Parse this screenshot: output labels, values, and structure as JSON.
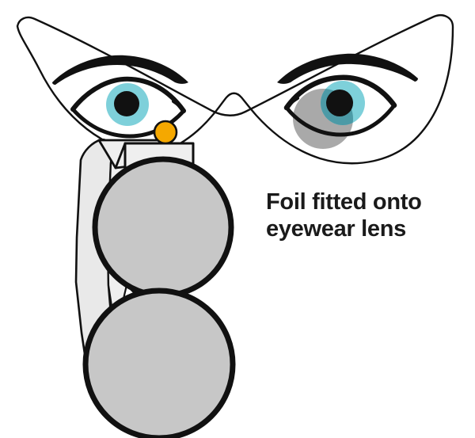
{
  "illustration": {
    "title": "Foil fitted onto eyewear lens",
    "caption_line1": "Foil fitted onto",
    "caption_line2": "eyewear lens",
    "background_color": "#ffffff",
    "outline_color": "#111111",
    "parts": [
      {
        "name": "face-outline",
        "label": "Face / mask outline",
        "color": "#ffffff",
        "stroke": "#111111"
      },
      {
        "name": "left-eyebrow",
        "label": "Left eyebrow",
        "color": "#111111"
      },
      {
        "name": "right-eyebrow",
        "label": "Right eyebrow",
        "color": "#111111"
      },
      {
        "name": "left-eye",
        "label": "Left eye",
        "sclera": "#ffffff",
        "iris": "#7ed0da",
        "pupil": "#111111"
      },
      {
        "name": "right-eye",
        "label": "Right eye",
        "sclera": "#ffffff",
        "iris": "#7ed0da",
        "pupil": "#111111"
      },
      {
        "name": "lens-shadow",
        "label": "Eyewear lens shadow over right eye",
        "color": "#a9a9a9"
      },
      {
        "name": "foil-strip",
        "label": "Foil strip",
        "color": "#e9e9e9",
        "stroke": "#111111"
      },
      {
        "name": "mount-bracket",
        "label": "Mounting bracket",
        "color": "#efefef",
        "stroke": "#111111"
      },
      {
        "name": "orange-marker",
        "label": "Orange indicator dot",
        "color": "#f5a800",
        "stroke": "#111111"
      },
      {
        "name": "upper-lens-disc",
        "label": "Upper lens disc",
        "color": "#c7c7c7",
        "stroke": "#111111"
      },
      {
        "name": "lower-lens-disc",
        "label": "Lower lens disc",
        "color": "#c7c7c7",
        "stroke": "#111111"
      }
    ],
    "colors": {
      "iris": "#7ed0da",
      "iris_shaded": "#4c9aa6",
      "pupil": "#111111",
      "lens_gray": "#c7c7c7",
      "shadow_gray": "#a9a9a9",
      "foil_gray": "#e9e9e9",
      "bracket_gray": "#efefef",
      "orange": "#f5a800",
      "ink": "#111111",
      "caption_ink": "#1a1a1a"
    }
  }
}
